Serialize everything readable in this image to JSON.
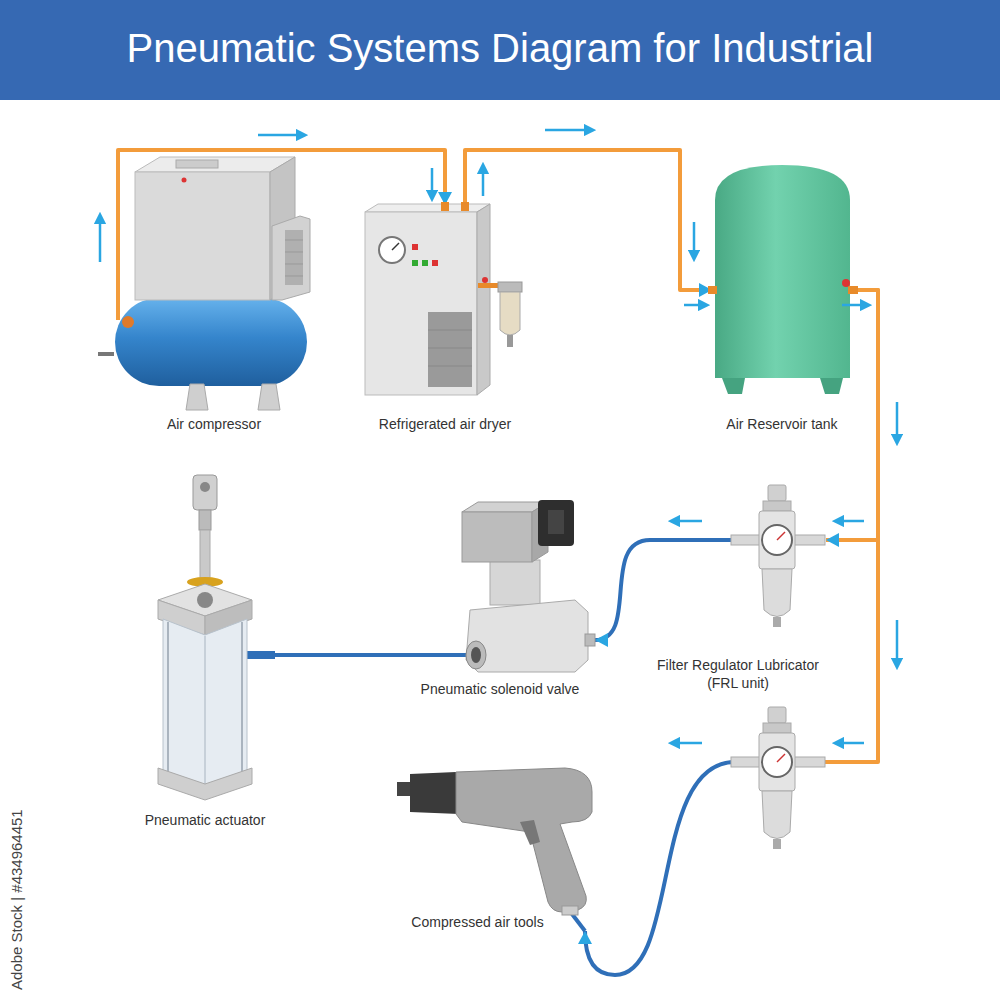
{
  "diagram": {
    "title": "Pneumatic Systems Diagram for Industrial",
    "nodes": [
      {
        "text": [
          "Air compressor"
        ]
      },
      {
        "text": [
          "Refrigerated air dryer"
        ]
      },
      {
        "text": [
          "Air Reservoir tank"
        ]
      },
      {
        "text": [
          "Filter Regulator Lubricator (FRL unit)"
        ]
      },
      {
        "text": [
          "Pneumatic solenoid valve"
        ]
      },
      {
        "text": [
          "Pneumatic actuator"
        ]
      },
      {
        "text": [
          "Compressed air tools"
        ]
      }
    ],
    "edges": [
      {
        "from": 0,
        "to": 1,
        "arrow": "to"
      },
      {
        "from": 1,
        "to": 2,
        "arrow": "to"
      },
      {
        "from": 2,
        "to": 3,
        "arrow": "to"
      },
      {
        "from": 3,
        "to": 4,
        "arrow": "to"
      },
      {
        "from": 4,
        "to": 5,
        "arrow": "none"
      },
      {
        "from": 2,
        "to": 6,
        "arrow": "to"
      }
    ],
    "labels": [
      "Adobe Stock | #434964451"
    ]
  }
}
